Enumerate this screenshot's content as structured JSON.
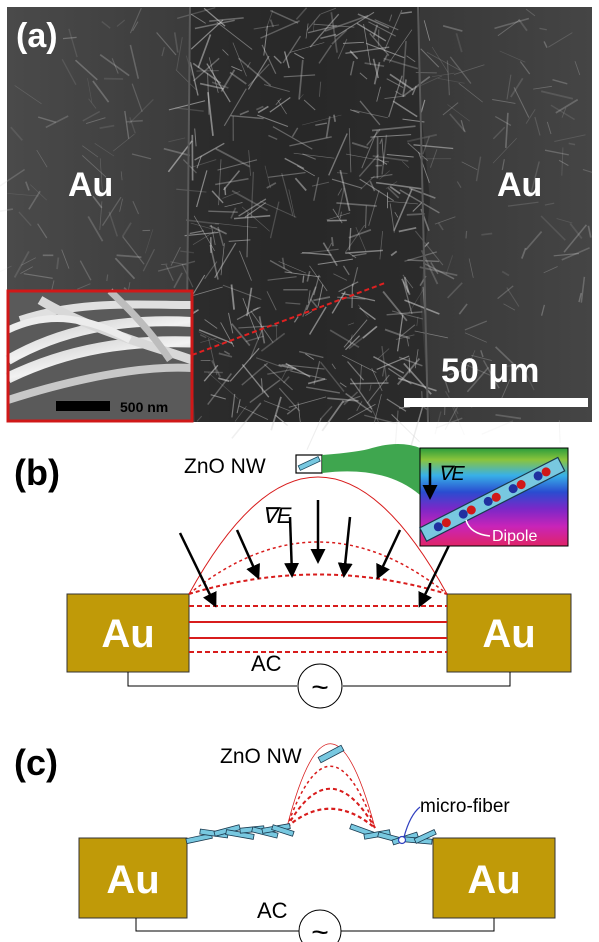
{
  "panel_a": {
    "label": "(a)",
    "left_electrode": "Au",
    "right_electrode": "Au",
    "scale_bar": "50 μm",
    "inset_scale_bar": "500 nm",
    "colors": {
      "inset_border": "#d01818",
      "pointer_line": "#e02020"
    }
  },
  "panel_b": {
    "label": "(b)",
    "nanowire_label": "ZnO NW",
    "gradient_label": "∇E",
    "inset_gradient_label": "∇E",
    "dipole_label": "Dipole",
    "left_electrode": "Au",
    "right_electrode": "Au",
    "source_label": "AC",
    "source_symbol": "~"
  },
  "panel_c": {
    "label": "(c)",
    "nanowire_label": "ZnO NW",
    "fiber_label": "micro-fiber",
    "left_electrode": "Au",
    "right_electrode": "Au",
    "source_label": "AC",
    "source_symbol": "~"
  },
  "colors": {
    "electrode": "#c09a08",
    "field_line": "#d81c1c",
    "nanowire": "#78c8e0",
    "dipole_plus": "#d01818",
    "dipole_minus": "#2030a0"
  }
}
